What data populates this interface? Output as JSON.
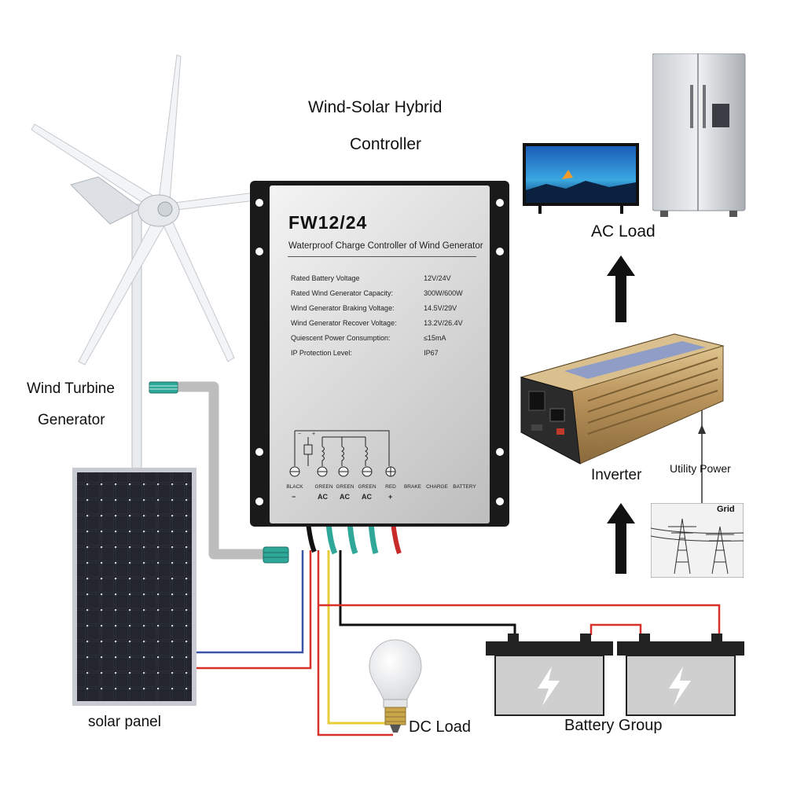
{
  "title": {
    "line1": "Wind-Solar Hybrid",
    "line2": "Controller"
  },
  "controller": {
    "model": "FW12/24",
    "subtitle": "Waterproof Charge Controller of Wind Generator",
    "specs": [
      {
        "label": "Rated Battery Voltage",
        "value": "12V/24V"
      },
      {
        "label": "Rated Wind Generator Capacity:",
        "value": "300W/600W"
      },
      {
        "label": "Wind Generator Braking Voltage:",
        "value": "14.5V/29V"
      },
      {
        "label": "Wind Generator Recover Voltage:",
        "value": "13.2V/26.4V"
      },
      {
        "label": "Quiescent Power Consumption:",
        "value": "≤15mA"
      },
      {
        "label": "IP Protection Level:",
        "value": "IP67"
      }
    ],
    "terminals": [
      {
        "top": "BLACK",
        "sub": "−"
      },
      {
        "top": "GREEN",
        "sub": "AC"
      },
      {
        "top": "GREEN",
        "sub": "AC"
      },
      {
        "top": "GREEN",
        "sub": "AC"
      },
      {
        "top": "RED",
        "sub": "+"
      },
      {
        "top": "BRAKE",
        "sub": ""
      },
      {
        "top": "CHARGE",
        "sub": ""
      },
      {
        "top": "BATTERY",
        "sub": ""
      }
    ]
  },
  "labels": {
    "wind_turbine_line1": "Wind Turbine",
    "wind_turbine_line2": "Generator",
    "solar_panel": "solar panel",
    "ac_load": "AC Load",
    "inverter": "Inverter",
    "utility_power": "Utility Power",
    "grid": "Grid",
    "dc_load": "DC Load",
    "battery_group": "Battery Group"
  },
  "icons": [
    "wind-turbine-icon",
    "solar-panel-icon",
    "television-icon",
    "refrigerator-icon",
    "inverter-icon",
    "grid-tower-icon",
    "light-bulb-icon",
    "battery-icon",
    "up-arrow-icon"
  ],
  "colors": {
    "wire_red": "#d8302b",
    "wire_blue": "#3a54a8",
    "wire_yellow": "#e8cc3a",
    "wire_black": "#111111",
    "wire_teal": "#2fa89a",
    "controller_body": "#1a1a1a",
    "inverter_gold": "#c9a46a"
  }
}
